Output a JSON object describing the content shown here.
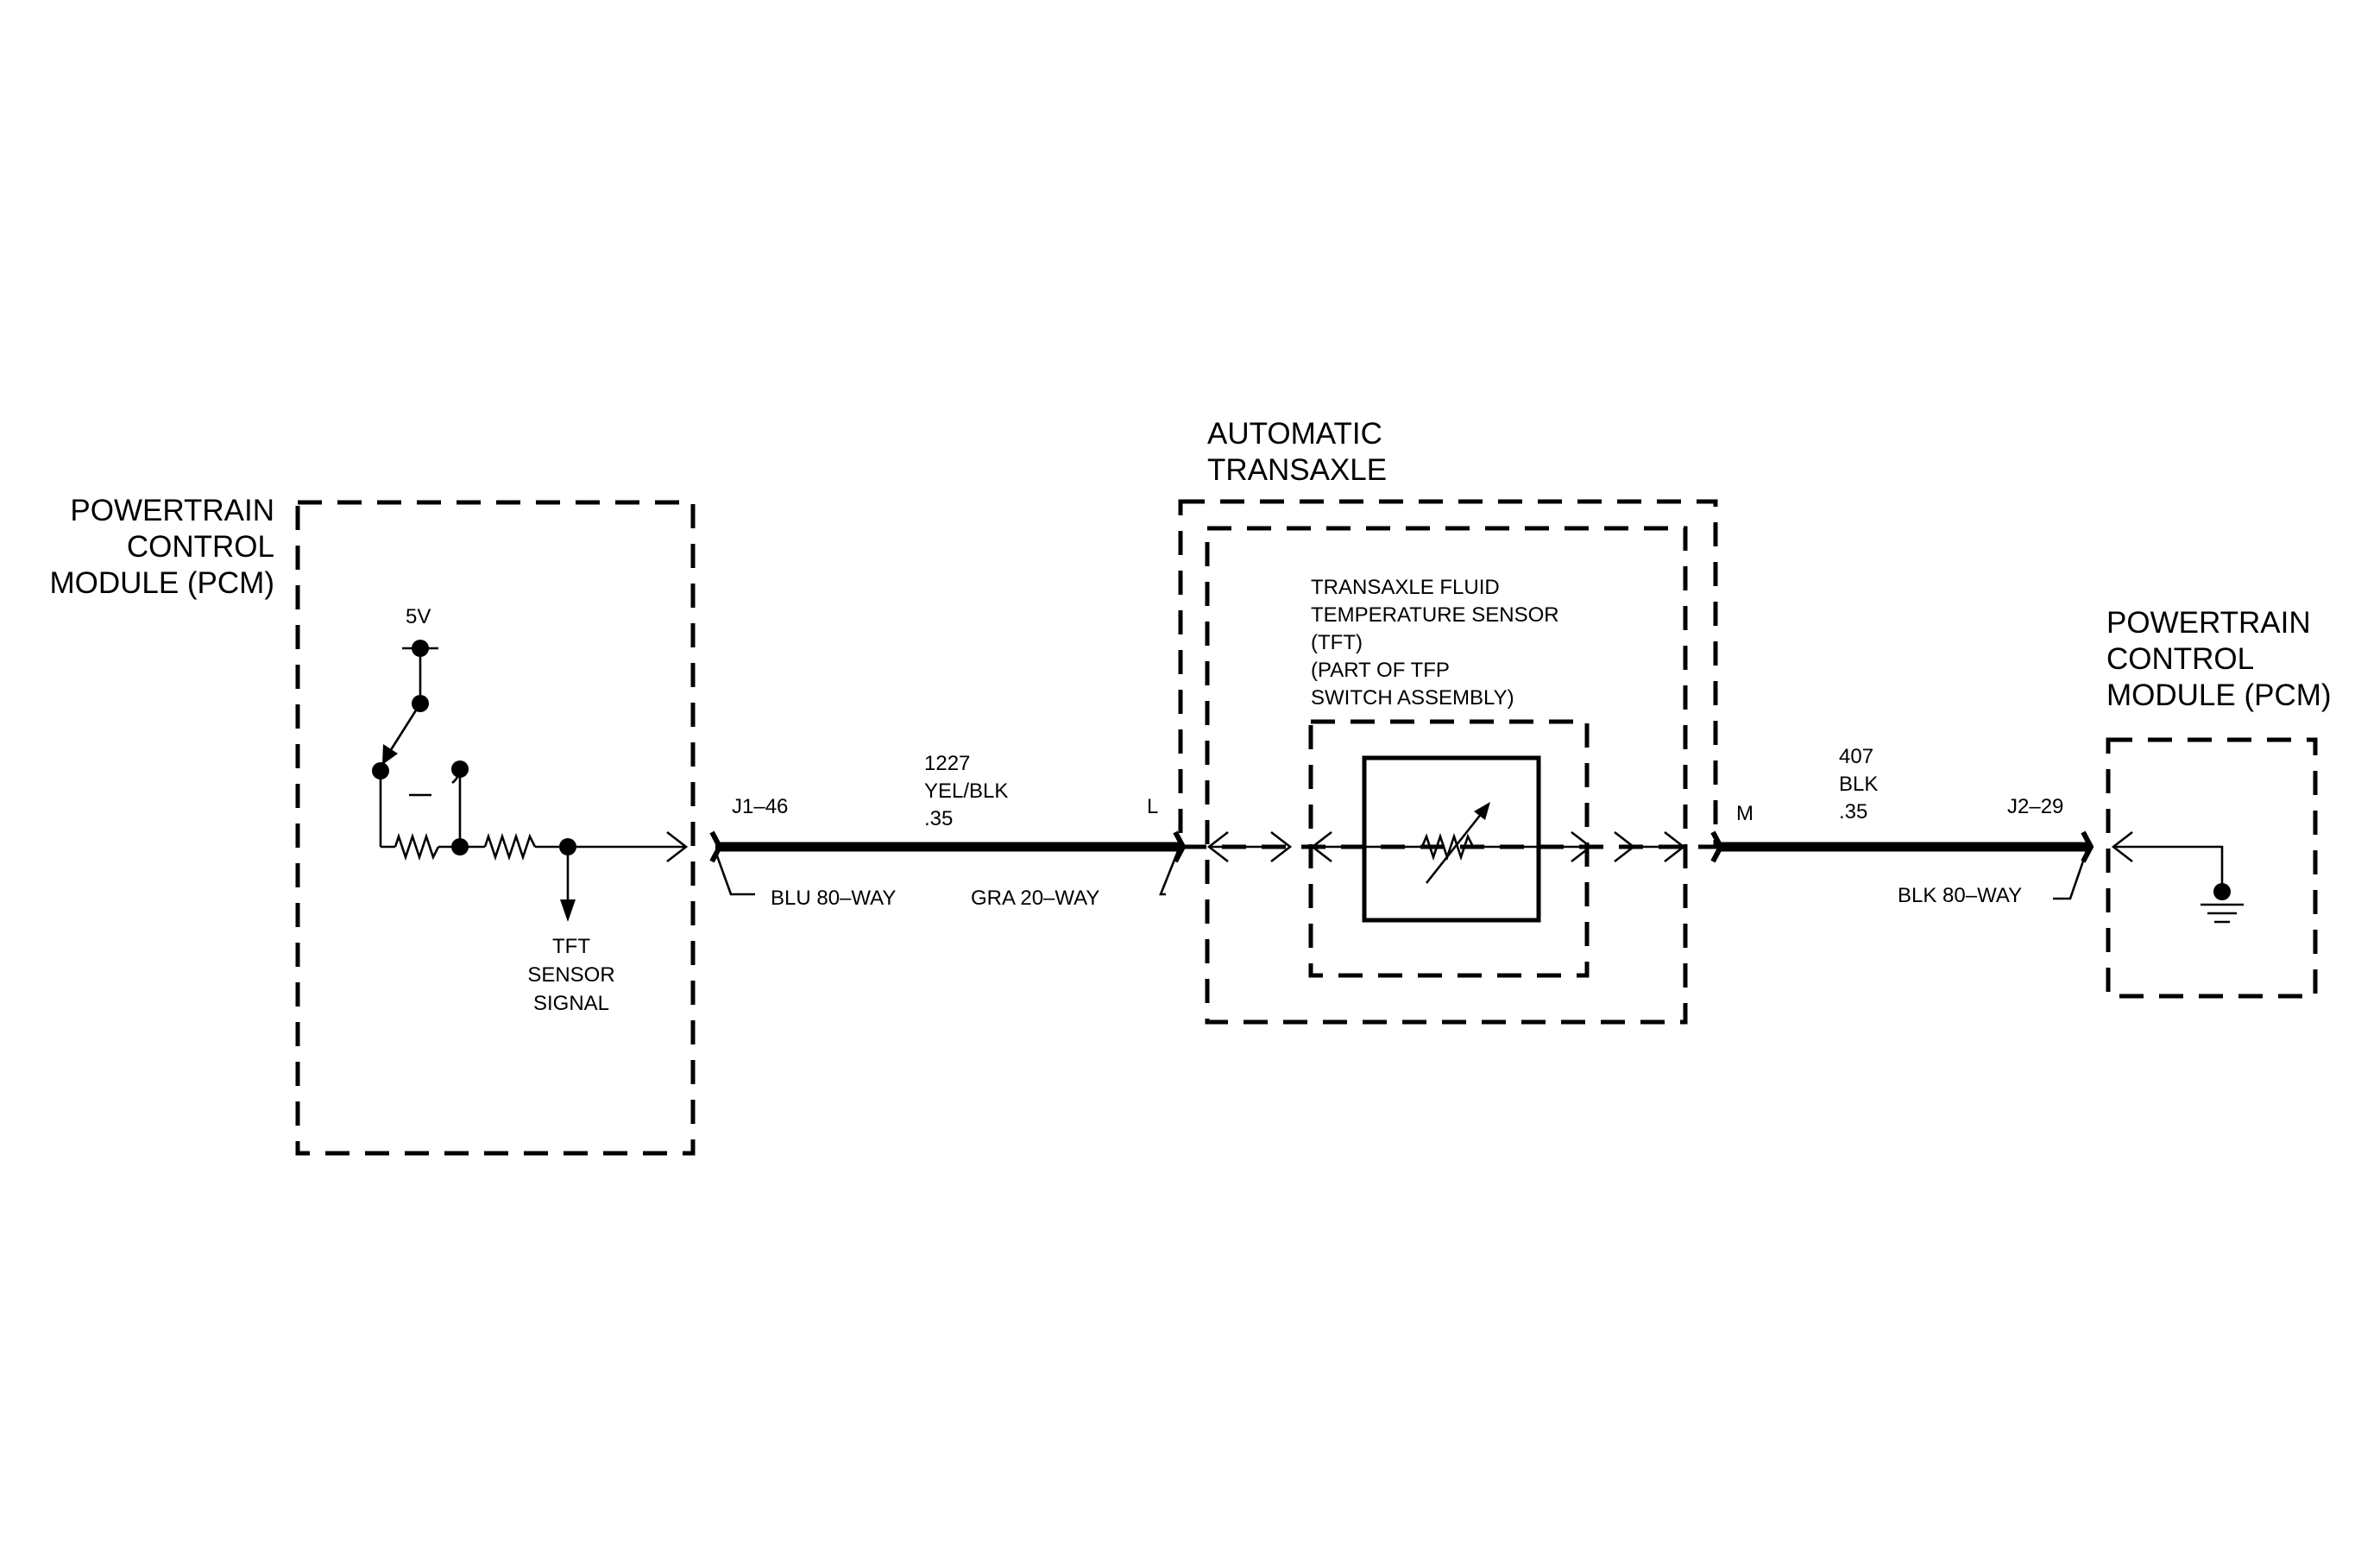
{
  "left_pcm": {
    "title_lines": [
      "POWERTRAIN",
      "CONTROL",
      "MODULE (PCM)"
    ],
    "supply_label": "5V",
    "signal_lines": [
      "TFT",
      "SENSOR",
      "SIGNAL"
    ]
  },
  "circuit_1227": {
    "pin_start": "J1–46",
    "pin_end": "L",
    "wire_lines": [
      "1227",
      "YEL/BLK",
      ".35"
    ],
    "connector_left": "BLU 80–WAY",
    "connector_right": "GRA 20–WAY"
  },
  "transaxle": {
    "title_lines": [
      "AUTOMATIC",
      "TRANSAXLE"
    ],
    "sensor_lines": [
      "TRANSAXLE FLUID",
      "TEMPERATURE SENSOR",
      "(TFT)",
      "(PART OF TFP",
      "SWITCH ASSEMBLY)"
    ]
  },
  "circuit_407": {
    "pin_start": "M",
    "pin_end": "J2–29",
    "wire_lines": [
      "407",
      "BLK",
      ".35"
    ],
    "connector_right": "BLK 80–WAY"
  },
  "right_pcm": {
    "title_lines": [
      "POWERTRAIN",
      "CONTROL",
      "MODULE (PCM)"
    ]
  }
}
